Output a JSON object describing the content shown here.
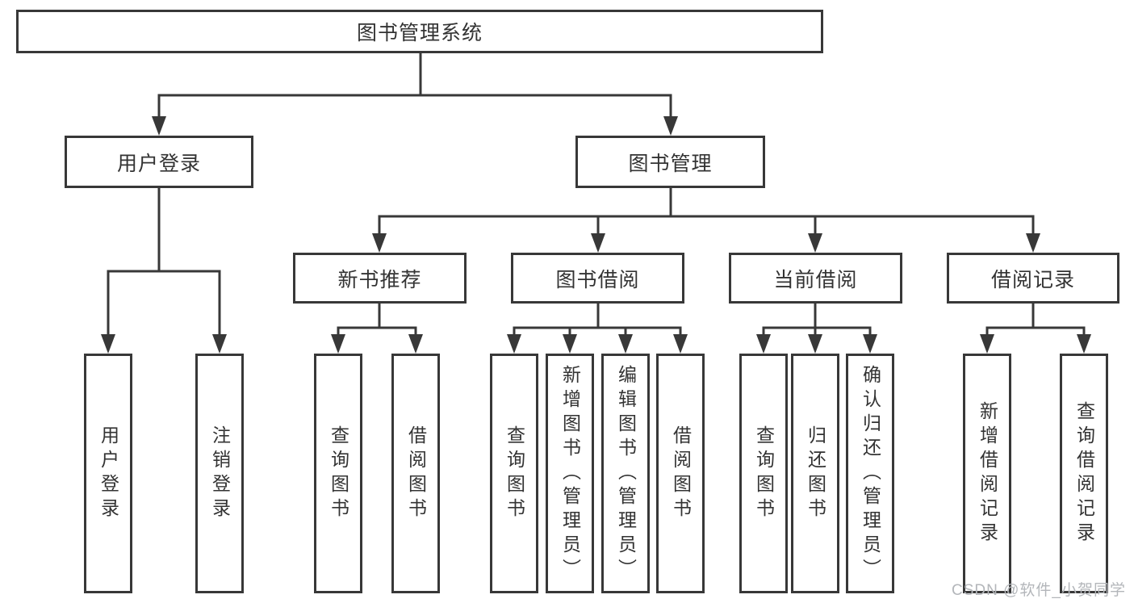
{
  "colors": {
    "line": "#383838",
    "text": "#333333",
    "watermark": "#b3b6ba",
    "background": "#ffffff"
  },
  "watermark": {
    "text": "CSDN @软件_小贺同学"
  },
  "tree": {
    "root": {
      "label": "图书管理系统",
      "children": [
        {
          "label": "用户登录",
          "children": [
            {
              "label": "用户登录"
            },
            {
              "label": "注销登录"
            }
          ]
        },
        {
          "label": "图书管理",
          "children": [
            {
              "label": "新书推荐",
              "children": [
                {
                  "label": "查询图书"
                },
                {
                  "label": "借阅图书"
                }
              ]
            },
            {
              "label": "图书借阅",
              "children": [
                {
                  "label": "查询图书"
                },
                {
                  "label": "新增图书（管理员）"
                },
                {
                  "label": "编辑图书（管理员）"
                },
                {
                  "label": "借阅图书"
                }
              ]
            },
            {
              "label": "当前借阅",
              "children": [
                {
                  "label": "查询图书"
                },
                {
                  "label": "归还图书"
                },
                {
                  "label": "确认归还（管理员）"
                }
              ]
            },
            {
              "label": "借阅记录",
              "children": [
                {
                  "label": "新增借阅记录"
                },
                {
                  "label": "查询借阅记录"
                }
              ]
            }
          ]
        }
      ]
    }
  }
}
